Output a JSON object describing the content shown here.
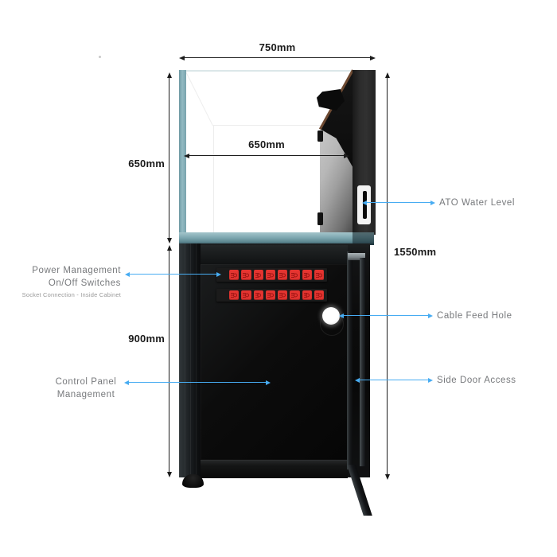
{
  "dimensions": {
    "tank_width": "750mm",
    "tank_glass_height": "650mm",
    "tank_inner_width": "650mm",
    "overall_height": "1550mm",
    "cabinet_height": "900mm"
  },
  "labels": {
    "ato": "ATO Water Level",
    "power_line1": "Power Management",
    "power_line2": "On/Off Switches",
    "power_note": "Socket Connection - Inside Cabinet",
    "cable_hole": "Cable Feed Hole",
    "side_door": "Side Door Access",
    "control_line1": "Control Panel",
    "control_line2": "Management"
  },
  "hardware": {
    "switch_rows": 2,
    "switches_per_row": 8
  },
  "colors": {
    "annotation_arrow": "#47acf2",
    "dimension_line": "#1c1c1c",
    "label_text": "#77797c",
    "tank_trim": "#7fa9b2",
    "switch_red": "#e43430",
    "cabinet_black": "#0c0c0c"
  }
}
